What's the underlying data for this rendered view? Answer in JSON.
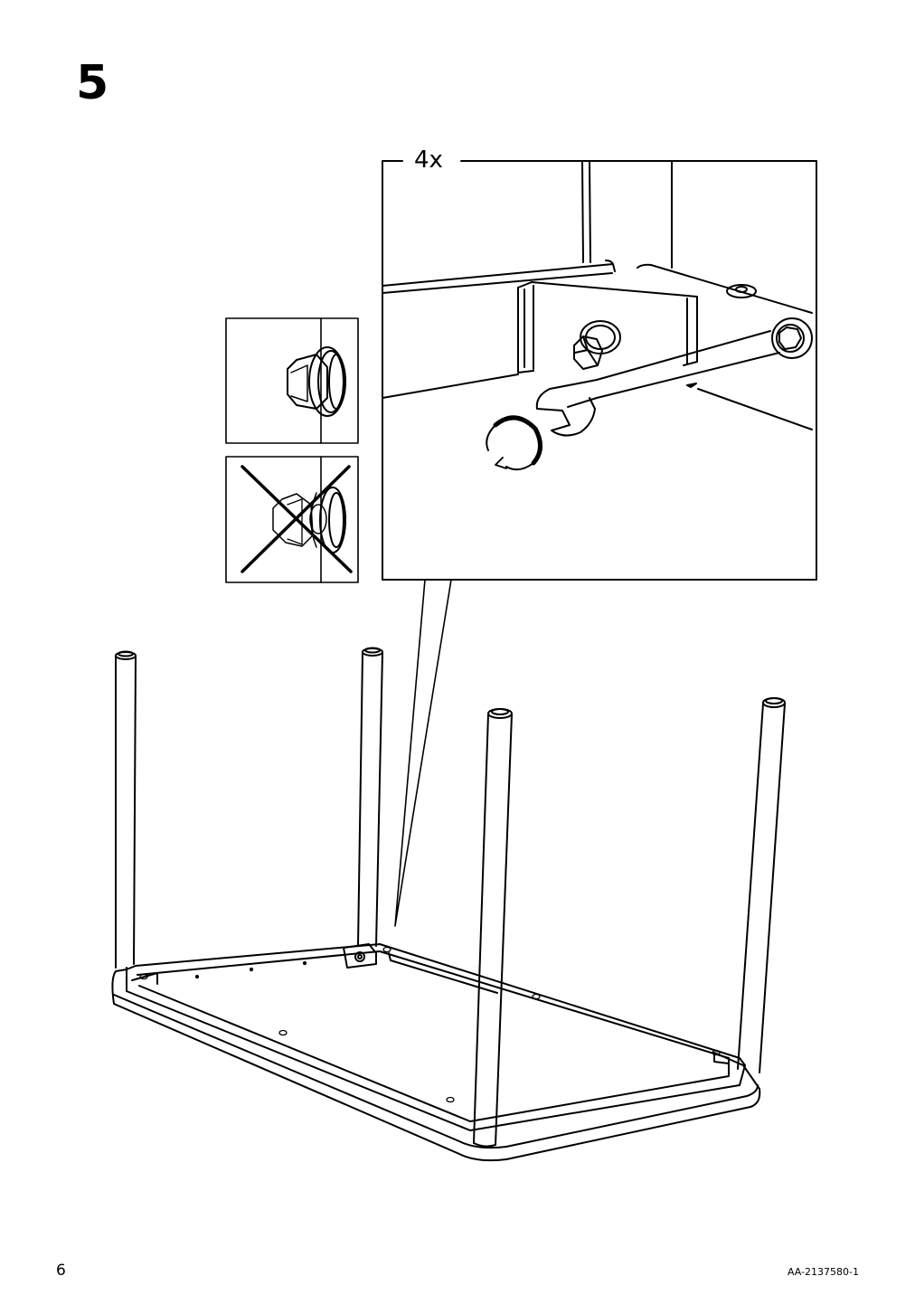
{
  "step": {
    "number": "5"
  },
  "detail": {
    "quantity": "4x"
  },
  "correct_view": {
    "status": "correct"
  },
  "incorrect_view": {
    "status": "incorrect"
  },
  "footer": {
    "page_number": "6",
    "document_code": "AA-2137580-1"
  }
}
